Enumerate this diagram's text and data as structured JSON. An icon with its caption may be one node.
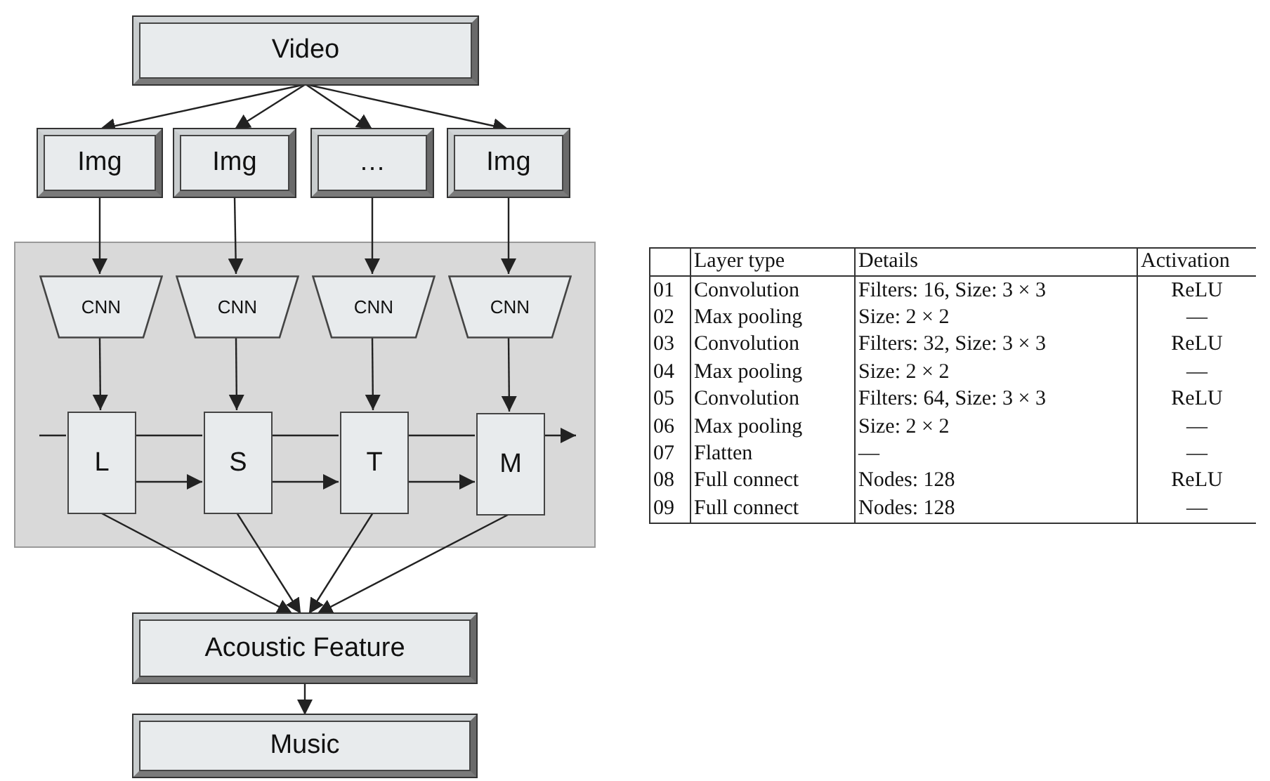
{
  "diagram": {
    "nodes": [
      {
        "text": [
          "Video"
        ]
      },
      {
        "text": [
          "Img"
        ]
      },
      {
        "text": [
          "Img"
        ]
      },
      {
        "text": [
          "…"
        ]
      },
      {
        "text": [
          "Img"
        ]
      },
      {
        "text": [],
        "shape": "box"
      },
      {
        "text": [
          "CNN"
        ],
        "in": 5
      },
      {
        "text": [
          "CNN"
        ],
        "in": 5
      },
      {
        "text": [
          "CNN"
        ],
        "in": 5
      },
      {
        "text": [
          "CNN"
        ],
        "in": 5
      },
      {
        "text": [
          "L"
        ],
        "in": 5
      },
      {
        "text": [
          "S"
        ],
        "in": 5
      },
      {
        "text": [
          "T"
        ],
        "in": 5
      },
      {
        "text": [
          "M"
        ],
        "in": 5
      },
      {
        "text": [
          "Acoustic Feature"
        ]
      },
      {
        "text": [
          "Music"
        ]
      }
    ],
    "edges": [
      {
        "from": 0,
        "to": 1,
        "arrow": "to"
      },
      {
        "from": 0,
        "to": 2,
        "arrow": "to"
      },
      {
        "from": 0,
        "to": 3,
        "arrow": "to"
      },
      {
        "from": 0,
        "to": 4,
        "arrow": "to"
      },
      {
        "from": 1,
        "to": 6,
        "arrow": "to"
      },
      {
        "from": 2,
        "to": 7,
        "arrow": "to"
      },
      {
        "from": 3,
        "to": 8,
        "arrow": "to"
      },
      {
        "from": 4,
        "to": 9,
        "arrow": "to"
      },
      {
        "from": 6,
        "to": 10,
        "arrow": "to"
      },
      {
        "from": 7,
        "to": 11,
        "arrow": "to"
      },
      {
        "from": 8,
        "to": 12,
        "arrow": "to"
      },
      {
        "from": 9,
        "to": 13,
        "arrow": "to"
      },
      {
        "from": null,
        "to": 10,
        "arrow": "none"
      },
      {
        "from": 10,
        "to": 11,
        "arrow": "none"
      },
      {
        "from": 11,
        "to": 12,
        "arrow": "none"
      },
      {
        "from": 12,
        "to": 13,
        "arrow": "none"
      },
      {
        "from": 13,
        "to": null,
        "arrow": "to"
      },
      {
        "from": 10,
        "to": 11,
        "arrow": "to"
      },
      {
        "from": 11,
        "to": 12,
        "arrow": "to"
      },
      {
        "from": 12,
        "to": 13,
        "arrow": "to"
      },
      {
        "from": 10,
        "to": 14,
        "arrow": "to"
      },
      {
        "from": 11,
        "to": 14,
        "arrow": "to"
      },
      {
        "from": 12,
        "to": 14,
        "arrow": "to"
      },
      {
        "from": 13,
        "to": 14,
        "arrow": "to"
      },
      {
        "from": 14,
        "to": 15,
        "arrow": "to"
      }
    ],
    "labels": [
      "Layer type",
      "Details",
      "Activation",
      "01",
      "Convolution",
      "Filters: 16, Size: 3 × 3",
      "ReLU",
      "02",
      "Max pooling",
      "Size: 2 × 2",
      "—",
      "03",
      "Convolution",
      "Filters: 32, Size: 3 × 3",
      "ReLU",
      "04",
      "Max pooling",
      "Size: 2 × 2",
      "—",
      "05",
      "Convolution",
      "Filters: 64, Size: 3 × 3",
      "ReLU",
      "06",
      "Max pooling",
      "Size: 2 × 2",
      "—",
      "07",
      "Flatten",
      "—",
      "—",
      "08",
      "Full connect",
      "Nodes: 128",
      "ReLU",
      "09",
      "Full connect",
      "Nodes: 128",
      "—"
    ]
  }
}
